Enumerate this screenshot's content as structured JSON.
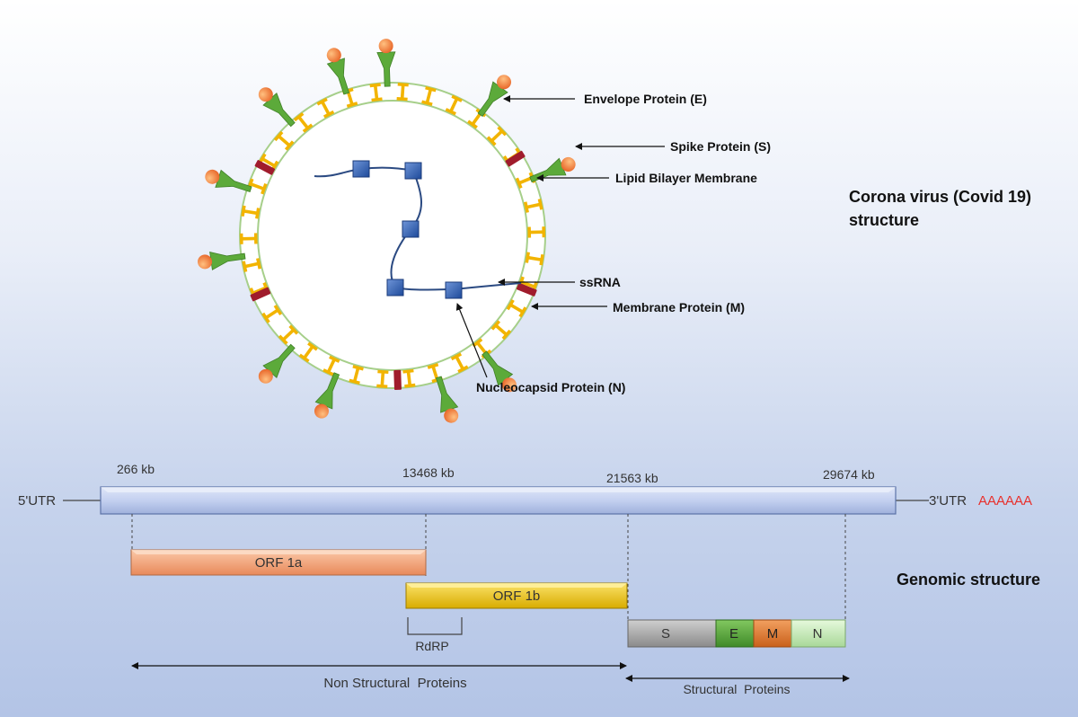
{
  "virus": {
    "labels": {
      "envelope": "Envelope Protein (E)",
      "spike": "Spike Protein (S)",
      "lipid": "Lipid Bilayer Membrane",
      "ssrna": "ssRNA",
      "membrane": "Membrane Protein (M)",
      "nucleocapsid": "Nucleocapsid Protein (N)"
    },
    "title_line1": "Corona virus (Covid 19)",
    "title_line2": "structure"
  },
  "genome": {
    "left_end": "5'UTR",
    "right_end": "3'UTR",
    "poly_a": "AAAAAA",
    "positions": [
      "266 kb",
      "13468 kb",
      "21563 kb",
      "29674 kb"
    ],
    "orf1a": "ORF 1a",
    "orf1b": "ORF 1b",
    "rdrp": "RdRP",
    "genes": [
      "S",
      "E",
      "M",
      "N"
    ],
    "non_structural": "Non Structural  Proteins",
    "structural": "Structural  Proteins",
    "title": "Genomic structure"
  },
  "colors": {
    "genome_bar": "#c3d0f0",
    "orf1a": "#f7a57a",
    "orf1b": "#f2cc10",
    "gene_s": "#a6a6a6",
    "gene_e": "#5aaa3c",
    "gene_m": "#e0792c",
    "gene_n": "#c9efb8",
    "poly_a": "#e8302c"
  }
}
